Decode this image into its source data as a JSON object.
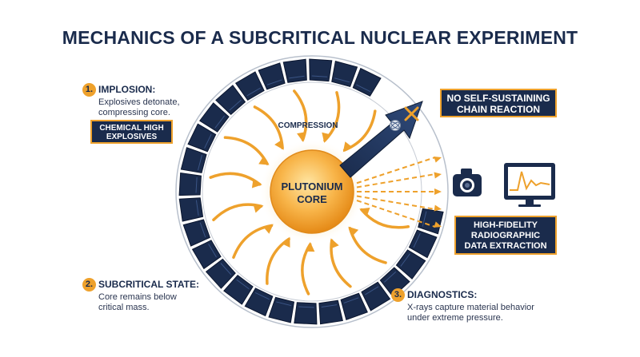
{
  "title": "MECHANICS OF A SUBCRITICAL NUCLEAR EXPERIMENT",
  "steps": [
    {
      "number": "1.",
      "title": "IMPLOSION:",
      "description": [
        "Explosives detonate,",
        "compressing core."
      ]
    },
    {
      "number": "2.",
      "title": "SUBCRITICAL STATE:",
      "description": [
        "Core remains below",
        "critical mass."
      ]
    },
    {
      "number": "3.",
      "title": "DIAGNOSTICS:",
      "description": [
        "X-rays capture material behavior",
        "under extreme pressure."
      ]
    }
  ],
  "explosives_box": [
    "CHEMICAL HIGH",
    "EXPLOSIVES"
  ],
  "no_chain_box": [
    "NO SELF-SUSTAINING",
    "CHAIN REACTION"
  ],
  "data_box": [
    "HIGH-FIDELITY",
    "RADIOGRAPHIC",
    "DATA EXTRACTION"
  ],
  "core_label": [
    "PLUTONIUM",
    "CORE"
  ],
  "compression_label": "COMPRESSION",
  "colors": {
    "navy": "#1a2b4c",
    "orange": "#eea12c",
    "core": "#f6a93a"
  },
  "icons": [
    "x-mark-icon",
    "atom-icon",
    "camera-icon",
    "monitor-graph-icon"
  ]
}
